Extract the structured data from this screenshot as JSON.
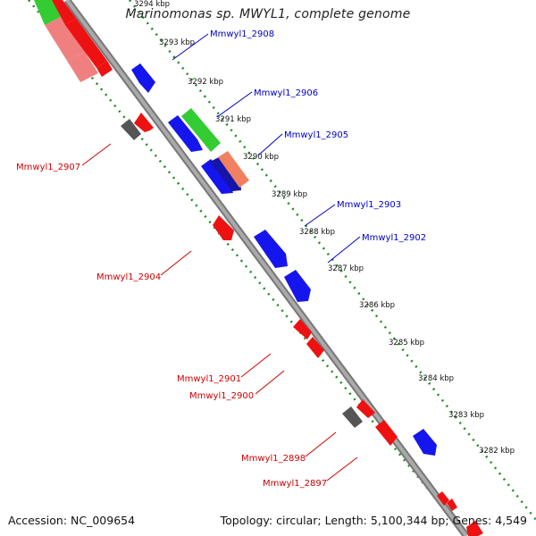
{
  "title": "Marinomonas sp. MWYL1, complete genome",
  "footer": {
    "accession": "Accession: NC_009654",
    "summary": "Topology: circular; Length: 5,100,344 bp; Genes: 4,549"
  },
  "colors": {
    "backbone": "#8c8c8c",
    "tick_ring": "#1f8a1f",
    "forward_label": "#0000c8",
    "reverse_label": "#d00000"
  },
  "ticks": [
    "3294 kbp",
    "3293 kbp",
    "3292 kbp",
    "3291 kbp",
    "3290 kbp",
    "3289 kbp",
    "3288 kbp",
    "3287 kbp",
    "3286 kbp",
    "3285 kbp",
    "3284 kbp",
    "3283 kbp",
    "3282 kbp"
  ],
  "gene_labels": [
    {
      "text": "Mmwyl1_2908",
      "strand": "forward"
    },
    {
      "text": "Mmwyl1_2906",
      "strand": "forward"
    },
    {
      "text": "Mmwyl1_2905",
      "strand": "forward"
    },
    {
      "text": "Mmwyl1_2903",
      "strand": "forward"
    },
    {
      "text": "Mmwyl1_2902",
      "strand": "forward"
    },
    {
      "text": "Mmwyl1_2907",
      "strand": "reverse"
    },
    {
      "text": "Mmwyl1_2904",
      "strand": "reverse"
    },
    {
      "text": "Mmwyl1_2901",
      "strand": "reverse"
    },
    {
      "text": "Mmwyl1_2900",
      "strand": "reverse"
    },
    {
      "text": "Mmwyl1_2898",
      "strand": "reverse"
    },
    {
      "text": "Mmwyl1_2897",
      "strand": "reverse"
    }
  ]
}
